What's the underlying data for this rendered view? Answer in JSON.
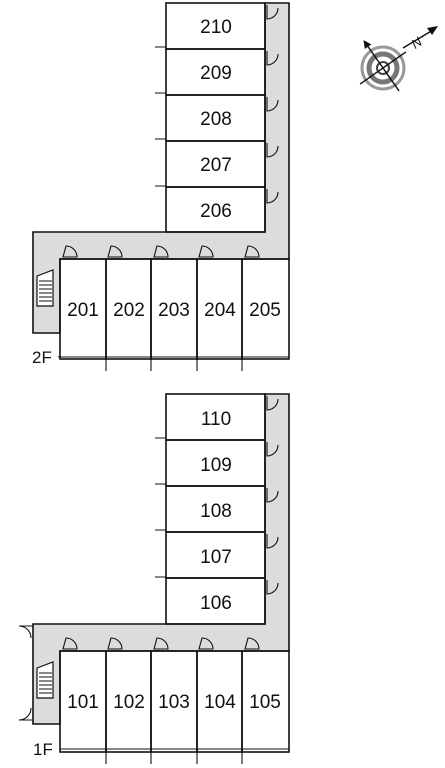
{
  "floors": [
    {
      "label": "2F",
      "tower_rooms": [
        "210",
        "209",
        "208",
        "207",
        "206"
      ],
      "row_rooms": [
        "201",
        "202",
        "203",
        "204",
        "205"
      ]
    },
    {
      "label": "1F",
      "tower_rooms": [
        "110",
        "109",
        "108",
        "107",
        "106"
      ],
      "row_rooms": [
        "101",
        "102",
        "103",
        "104",
        "105"
      ]
    }
  ],
  "compass": {
    "direction_label": "N",
    "icon": "north-arrow-compass-icon"
  },
  "colors": {
    "corridor": "#dcdcdc",
    "wall": "#111111",
    "compass_ring": "#888888"
  }
}
